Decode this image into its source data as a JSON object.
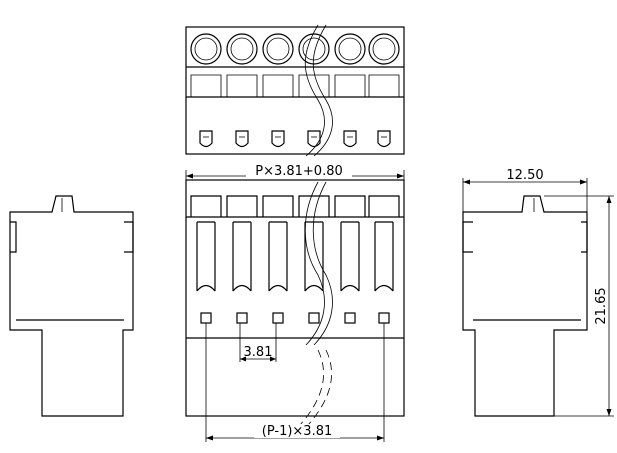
{
  "dimensions": {
    "overall_width": "P×3.81+0.80",
    "pitch": "3.81",
    "span": "(P-1)×3.81",
    "side_width": "12.50",
    "height": "21.65"
  },
  "colors": {
    "line": "#000000",
    "background": "#ffffff"
  }
}
